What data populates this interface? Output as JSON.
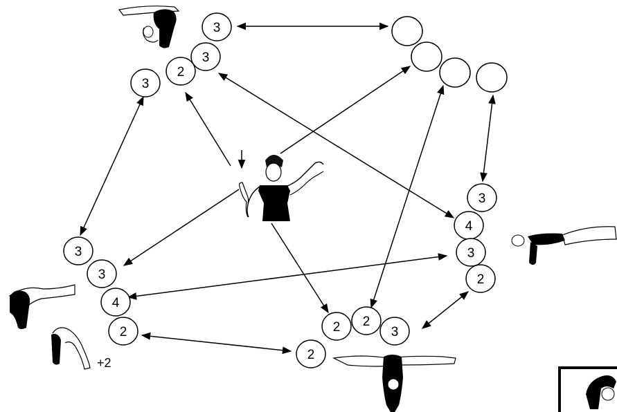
{
  "diagram": {
    "stations": [
      {
        "id": "top-left-a",
        "label": "3"
      },
      {
        "id": "top-left-b",
        "label": "3"
      },
      {
        "id": "top-left-c",
        "label": "2"
      },
      {
        "id": "top-left-d",
        "label": "3"
      },
      {
        "id": "top-right-a",
        "label": ""
      },
      {
        "id": "top-right-b",
        "label": ""
      },
      {
        "id": "top-right-c",
        "label": ""
      },
      {
        "id": "top-right-d",
        "label": ""
      },
      {
        "id": "right-a",
        "label": "3"
      },
      {
        "id": "right-b",
        "label": "4"
      },
      {
        "id": "right-c",
        "label": "3"
      },
      {
        "id": "right-d",
        "label": "2"
      },
      {
        "id": "left-a",
        "label": "3"
      },
      {
        "id": "left-b",
        "label": "3"
      },
      {
        "id": "left-c",
        "label": "4"
      },
      {
        "id": "left-d",
        "label": "2"
      },
      {
        "id": "bottom-a",
        "label": "2"
      },
      {
        "id": "bottom-b",
        "label": "2"
      },
      {
        "id": "bottom-c",
        "label": "3"
      },
      {
        "id": "bottom-d",
        "label": "2"
      }
    ],
    "bonus_label": "+2"
  }
}
